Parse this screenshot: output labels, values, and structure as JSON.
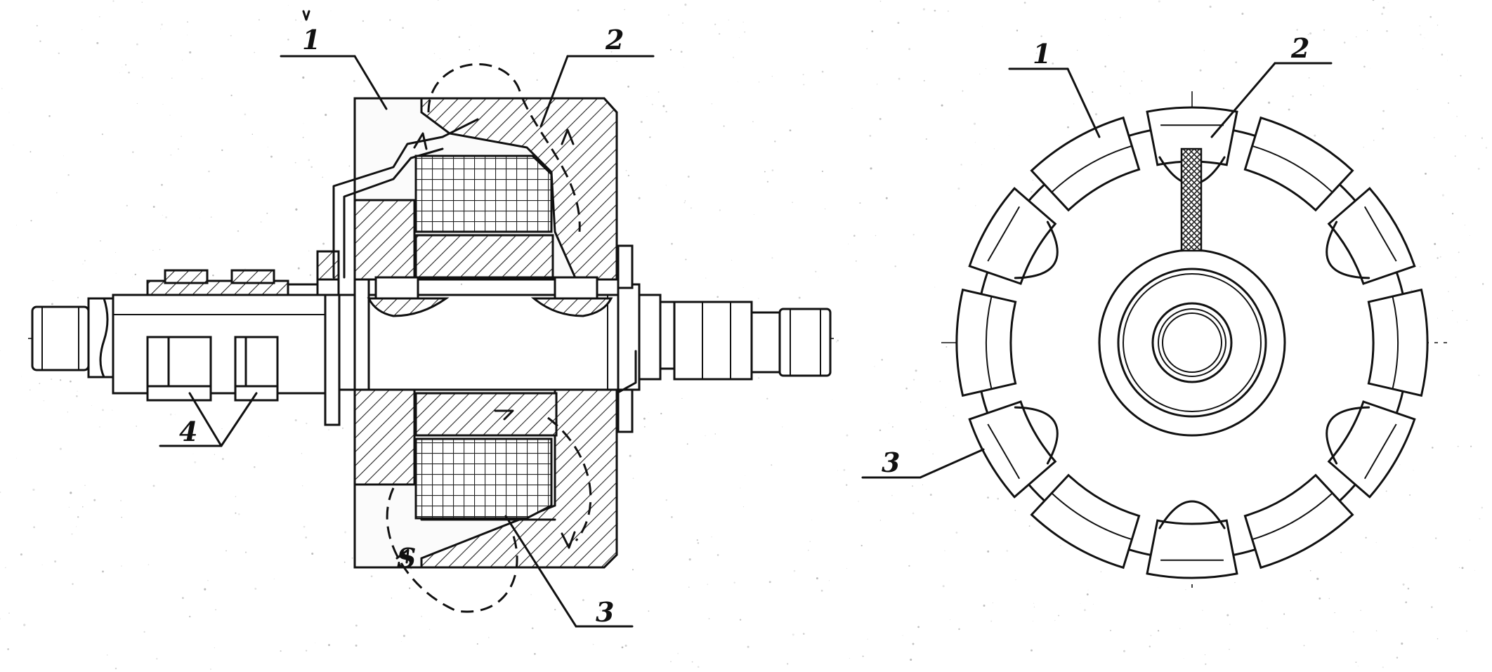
{
  "colors": {
    "ink": "#111111",
    "paper": "#ffffff",
    "speckle": "#9a9a9a"
  },
  "section_view": {
    "labels": {
      "pole_1": "1",
      "pole_2": "2",
      "winding_3": "3",
      "rings_4": "4",
      "flux_s": "S"
    }
  },
  "end_view": {
    "labels": {
      "pole_1": "1",
      "pole_2": "2",
      "winding_3": "3"
    }
  }
}
